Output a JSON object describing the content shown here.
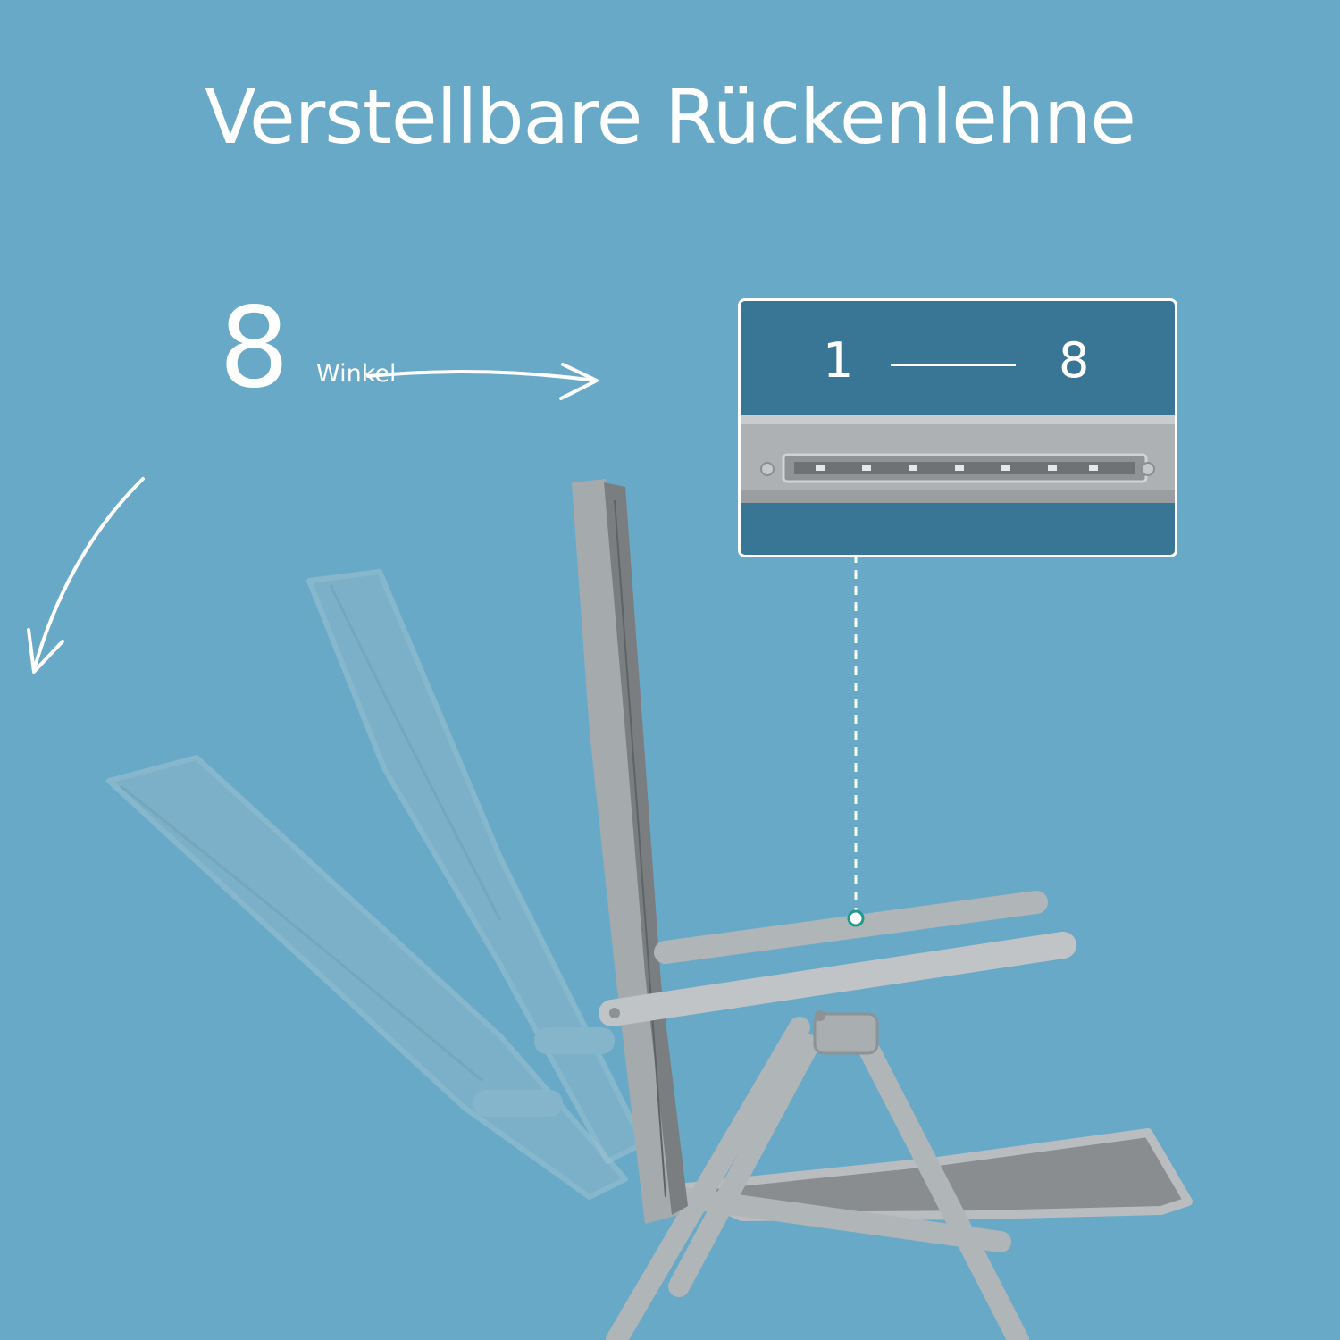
{
  "heading": {
    "title": "Verstellbare Rückenlehne"
  },
  "angles": {
    "count": "8",
    "label": "Winkel"
  },
  "detail": {
    "range_start": "1",
    "range_end": "8"
  },
  "colors": {
    "background": "#68a9c8",
    "panel": "#397594",
    "text": "#ffffff",
    "frame": "#aeb3b6",
    "accent": "#1f9a8a"
  }
}
